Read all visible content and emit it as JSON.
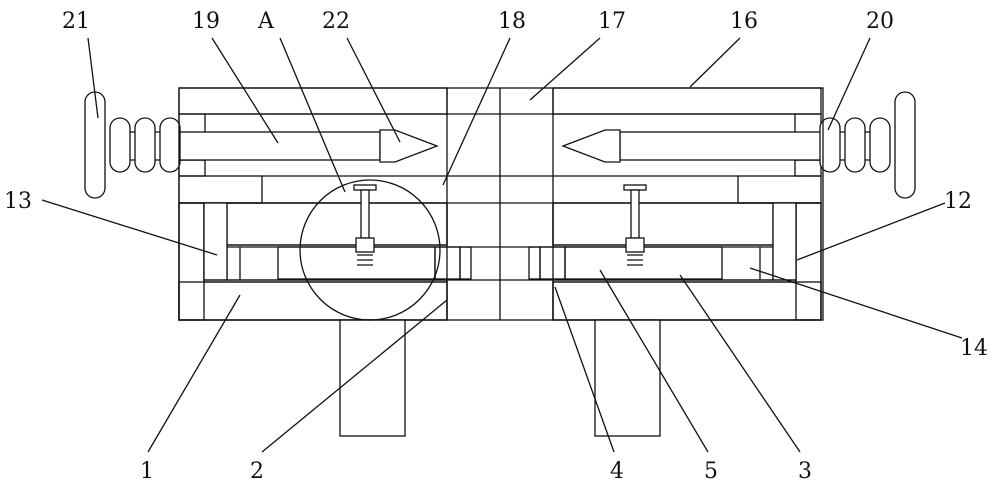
{
  "figure": {
    "labels": {
      "l21": "21",
      "l19": "19",
      "lA": "A",
      "l22": "22",
      "l18": "18",
      "l17": "17",
      "l16": "16",
      "l20": "20",
      "l13": "13",
      "l12": "12",
      "l14": "14",
      "l1": "1",
      "l2": "2",
      "l4": "4",
      "l5": "5",
      "l3": "3"
    }
  }
}
